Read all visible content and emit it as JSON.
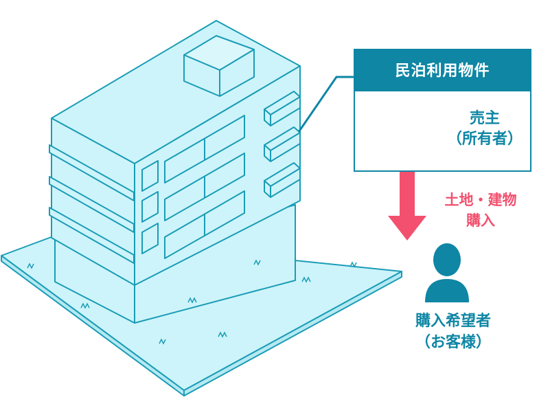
{
  "property_box": {
    "title": "民泊利用物件"
  },
  "seller": {
    "line1": "売主",
    "line2": "（所有者）"
  },
  "transaction": {
    "line1": "土地・建物",
    "line2": "購入"
  },
  "buyer": {
    "line1": "購入希望者",
    "line2": "（お客様）"
  },
  "colors": {
    "accent": "#0e86a4",
    "arrow": "#f2506e",
    "building_fill": "#cdf4fa",
    "line": "#1a9cb6"
  },
  "icons": {
    "person": "person-icon",
    "arrow": "arrow-down-icon",
    "building": "building-illustration"
  }
}
